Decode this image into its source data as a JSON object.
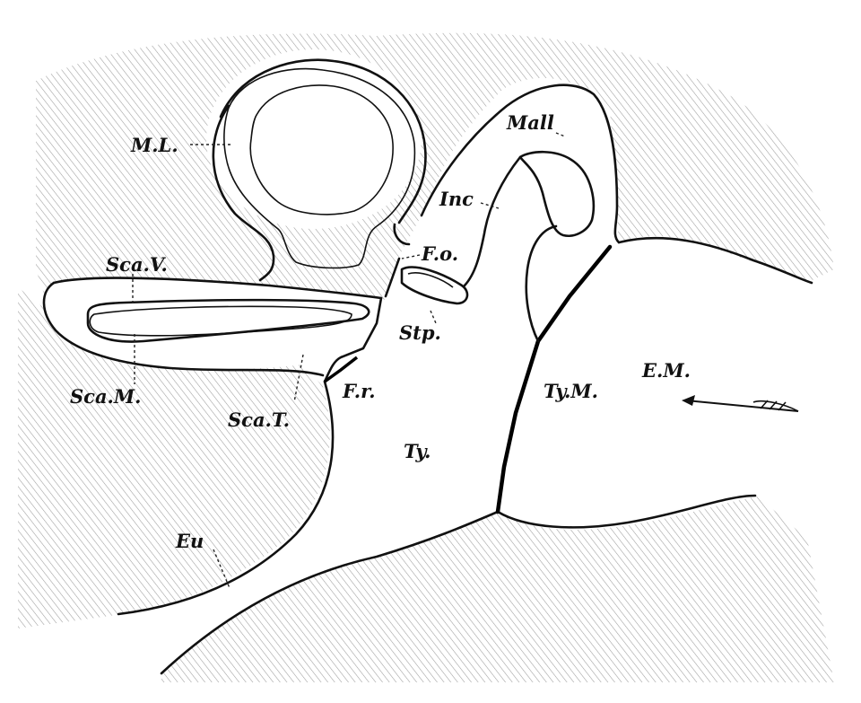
{
  "figure": {
    "colors": {
      "ink": "#111111",
      "paper": "#ffffff",
      "hatch": "#8a8a8a"
    },
    "labels": {
      "ml": "M.L.",
      "mall": "Mall",
      "inc": "Inc",
      "fo": "F.o.",
      "scav": "Sca.V.",
      "stp": "Stp.",
      "scam": "Sca.M.",
      "fr": "F.r.",
      "scat": "Sca.T.",
      "tym": "Ty.M.",
      "em": "E.M.",
      "ty": "Ty.",
      "eu": "Eu"
    }
  }
}
